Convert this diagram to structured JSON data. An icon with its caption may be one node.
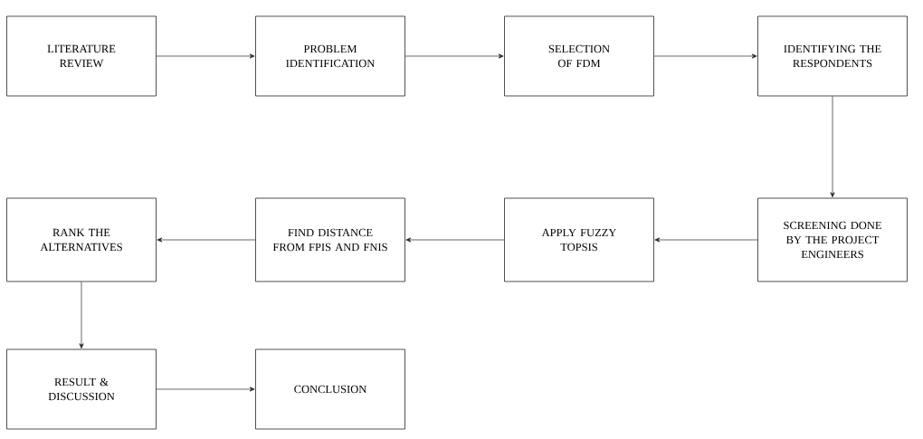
{
  "diagram": {
    "nodes": [
      {
        "text": [
          "LITERATURE REVIEW"
        ]
      },
      {
        "text": [
          "PROBLEM IDENTIFICATION"
        ]
      },
      {
        "text": [
          "SELECTION OF FDM"
        ]
      },
      {
        "text": [
          "IDENTIFYING THE RESPONDENTS"
        ]
      },
      {
        "text": [
          "SCREENING DONE BY THE PROJECT ENGINEERS"
        ]
      },
      {
        "text": [
          "APPLY FUZZY TOPSIS"
        ]
      },
      {
        "text": [
          "FIND DISTANCE FROM FPIS AND FNIS"
        ]
      },
      {
        "text": [
          "RANK THE ALTERNATIVES"
        ]
      },
      {
        "text": [
          "RESULT & DISCUSSION"
        ]
      },
      {
        "text": [
          "CONCLUSION"
        ]
      }
    ],
    "edges": [
      {
        "from": 0,
        "to": 1,
        "arrow": "to"
      },
      {
        "from": 1,
        "to": 2,
        "arrow": "to"
      },
      {
        "from": 2,
        "to": 3,
        "arrow": "to"
      },
      {
        "from": 3,
        "to": 4,
        "arrow": "to"
      },
      {
        "from": 4,
        "to": 5,
        "arrow": "to"
      },
      {
        "from": 5,
        "to": 6,
        "arrow": "to"
      },
      {
        "from": 6,
        "to": 7,
        "arrow": "to"
      },
      {
        "from": 7,
        "to": 8,
        "arrow": "to"
      },
      {
        "from": 8,
        "to": 9,
        "arrow": "to"
      }
    ]
  }
}
